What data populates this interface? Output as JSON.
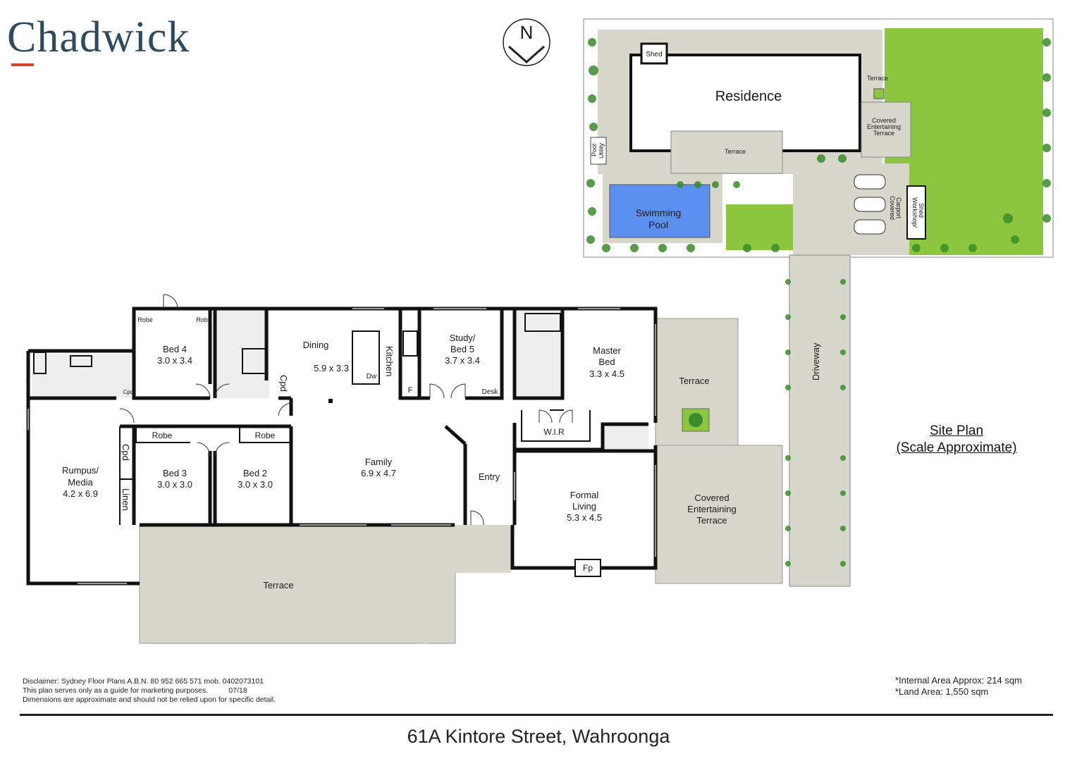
{
  "brand": {
    "name": "Chadwick",
    "accent_color": "#d9412f",
    "text_color": "#2e4a5c"
  },
  "compass": {
    "label": "N"
  },
  "floor_plan": {
    "rooms": {
      "bed4": {
        "name": "Bed 4",
        "size": "3.0 x 3.4"
      },
      "dining": {
        "name": "Dining",
        "size": "5.9 x 3.3"
      },
      "kitchen": {
        "name": "Kitchen"
      },
      "study": {
        "name": "Study/",
        "name2": "Bed 5",
        "size": "3.7 x 3.4"
      },
      "master": {
        "name": "Master",
        "name2": "Bed",
        "size": "3.3 x 4.5"
      },
      "rumpus": {
        "name": "Rumpus/",
        "name2": "Media",
        "size": "4.2 x 6.9"
      },
      "bed3": {
        "name": "Bed 3",
        "size": "3.0 x 3.0"
      },
      "bed2": {
        "name": "Bed 2",
        "size": "3.0 x 3.0"
      },
      "family": {
        "name": "Family",
        "size": "6.9 x 4.7"
      },
      "entry": {
        "name": "Entry"
      },
      "formal": {
        "name": "Formal",
        "name2": "Living",
        "size": "5.3 x 4.5"
      },
      "terrace_main": {
        "name": "Terrace"
      },
      "terrace_side": {
        "name": "Terrace"
      },
      "covered_terrace": {
        "name": "Covered",
        "name2": "Entertaining",
        "name3": "Terrace"
      }
    },
    "fixtures": {
      "robe": "Robe",
      "cpd": "Cpd",
      "linen": "Linen",
      "wir": "W.I.R",
      "fp": "Fp",
      "desk": "Desk",
      "dw": "Dw",
      "f": "F"
    }
  },
  "site_plan": {
    "title_line1": "Site Plan",
    "title_line2": "(Scale Approximate)",
    "residence": "Residence",
    "shed": "Shed",
    "pool_utility_1": "Pool",
    "pool_utility_2": "Utility",
    "terrace_top": "Terrace",
    "terrace_mid": "Terrace",
    "covered_terrace_1": "Covered",
    "covered_terrace_2": "Entertaining",
    "covered_terrace_3": "Terrace",
    "pool_1": "Swimming",
    "pool_2": "Pool",
    "carport_1": "Covered",
    "carport_2": "Carport",
    "workshop_1": "Workshop/",
    "workshop_2": "Shed",
    "driveway": "Driveway",
    "lawn_color": "#8cc63f",
    "pool_color": "#5b8ff0",
    "paving_color": "#d7d7cc"
  },
  "disclaimer": {
    "line1": "Disclaimer: Sydney Floor Plans A.B.N. 80 952 665 571  mob. 0402073101",
    "line2": "This plan serves only as a guide for marketing purposes.          07/18",
    "line3": "Dimensions are approximate and should not be relied upon for specific detail."
  },
  "areas": {
    "internal": "*Internal Area Approx: 214 sqm",
    "land": "*Land Area: 1,550 sqm"
  },
  "address": "61A Kintore Street, Wahroonga"
}
